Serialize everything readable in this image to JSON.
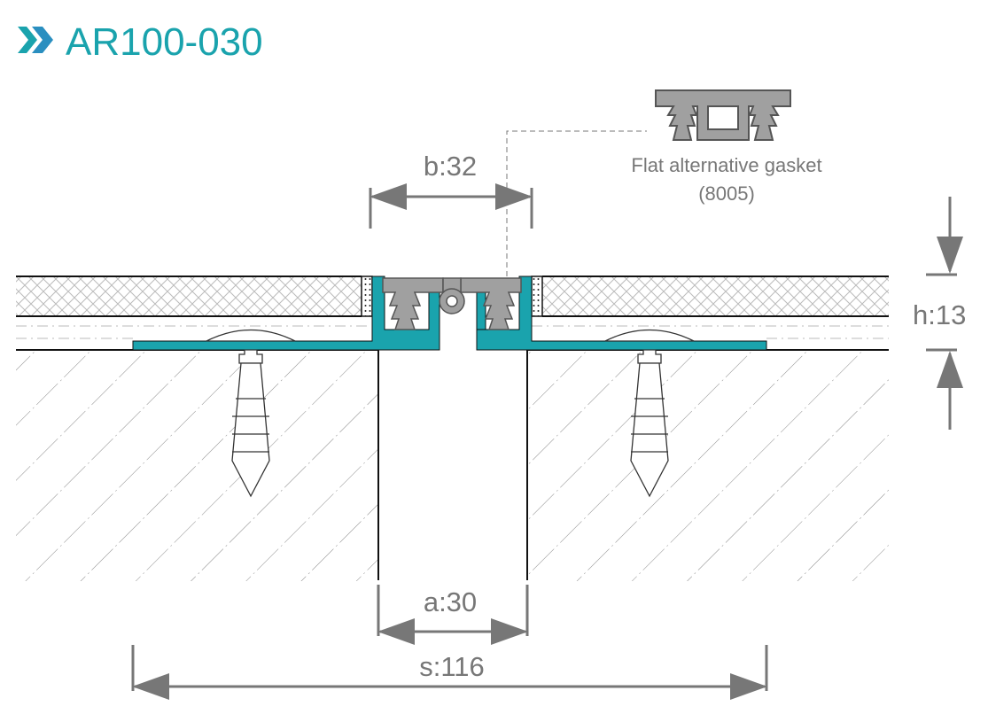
{
  "title": "AR100-030",
  "colors": {
    "accent": "#1aa3ad",
    "chevron": "#2a8fc0",
    "gasket": "#a0a0a0",
    "dim": "#777777"
  },
  "dimensions": {
    "b": "b:32",
    "a": "a:30",
    "s": "s:116",
    "h": "h:13"
  },
  "gasket_note": {
    "line1": "Flat alternative gasket",
    "line2": "(8005)"
  }
}
